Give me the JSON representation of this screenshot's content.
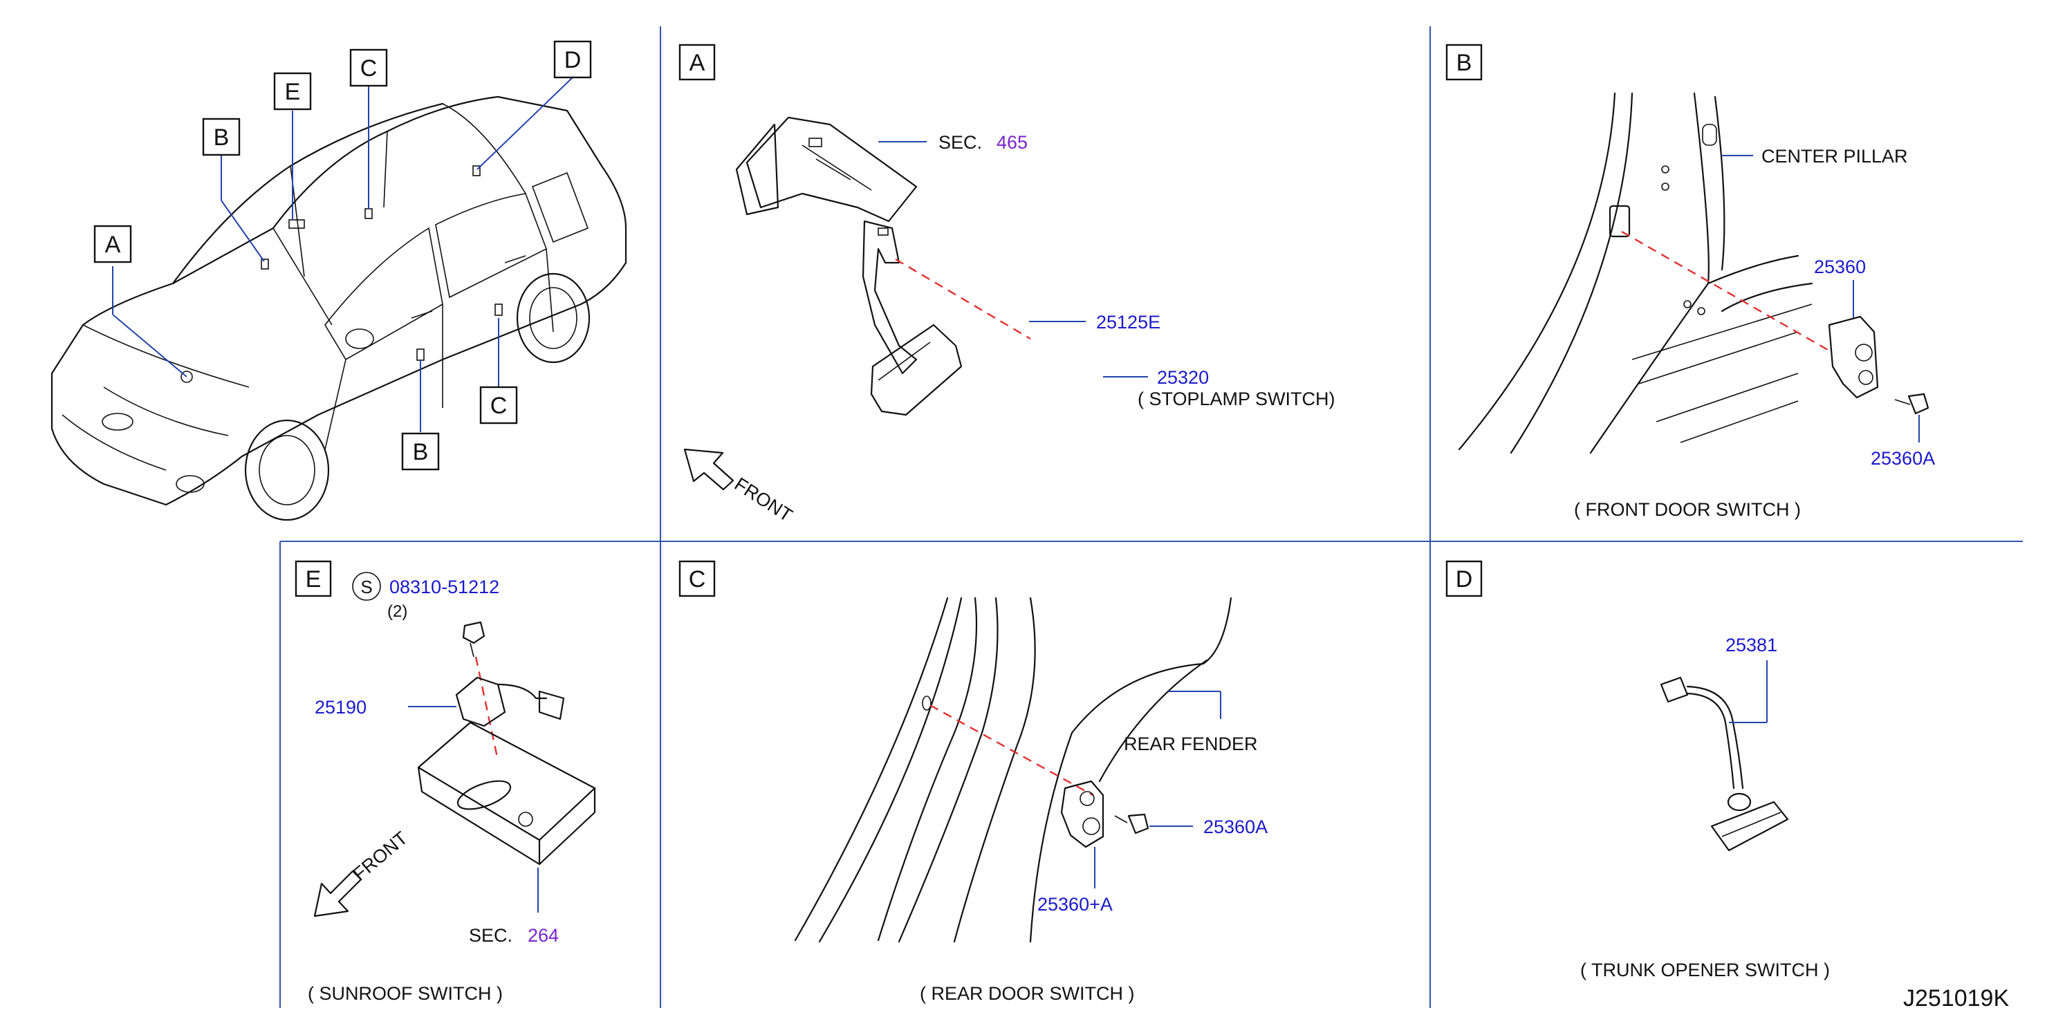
{
  "diagram_id": "J251019K",
  "colors": {
    "part_number": "#1a1acc",
    "section_ref": "#7a22cc",
    "divider": "#3355aa",
    "dashed_line": "#e03030"
  },
  "overview": {
    "callouts": [
      "A",
      "B",
      "E",
      "C",
      "D",
      "C",
      "B"
    ]
  },
  "panel_a": {
    "letter": "A",
    "sec_prefix": "SEC.",
    "sec_number": "465",
    "part_25125e": "25125E",
    "part_25320": "25320",
    "caption": "( STOPLAMP   SWITCH)",
    "front": "FRONT"
  },
  "panel_b": {
    "letter": "B",
    "center_pillar": "CENTER   PILLAR",
    "part_25360": "25360",
    "part_25360a": "25360A",
    "caption": "( FRONT   DOOR   SWITCH )"
  },
  "panel_e": {
    "letter": "E",
    "s_symbol": "S",
    "part_screw": "08310-51212",
    "qty": "(2)",
    "part_25190": "25190",
    "front": "FRONT",
    "sec_prefix": "SEC.",
    "sec_number": "264",
    "caption": "( SUNROOF   SWITCH )"
  },
  "panel_c": {
    "letter": "C",
    "rear_fender": "REAR   FENDER",
    "part_25360a": "25360A",
    "part_25360pa": "25360+A",
    "caption": "( REAR   DOOR   SWITCH )"
  },
  "panel_d": {
    "letter": "D",
    "part_25381": "25381",
    "caption": "( TRUNK   OPENER   SWITCH )"
  }
}
